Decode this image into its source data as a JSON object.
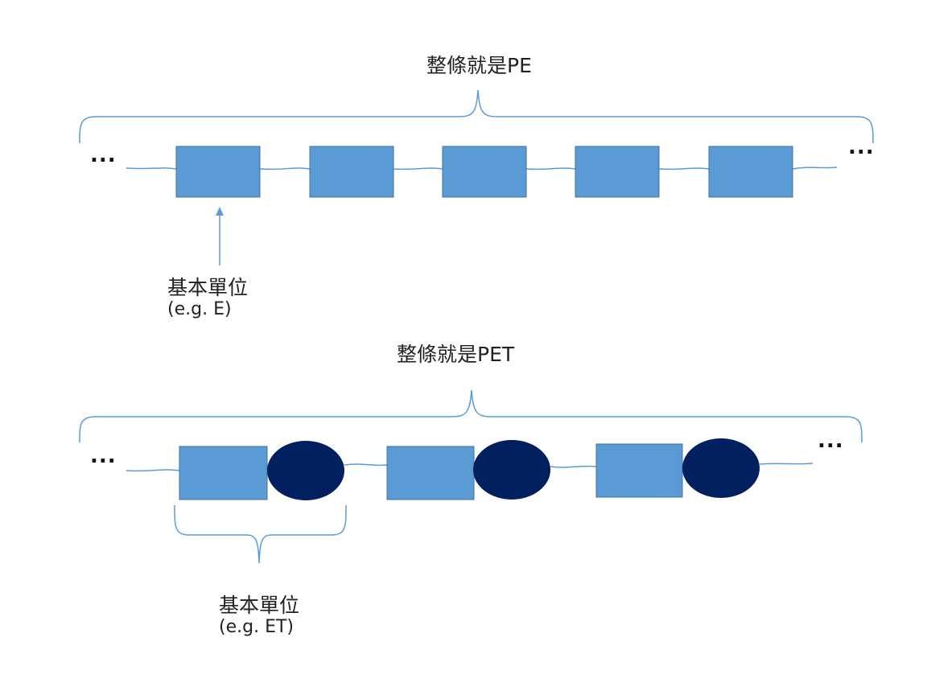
{
  "pe": {
    "title": "整條就是PE",
    "unit_label": "基本單位",
    "unit_example": "(e.g. E)",
    "ellipsis": "..."
  },
  "pet": {
    "title": "整條就是PET",
    "unit_label": "基本單位",
    "unit_example": "(e.g. ET)",
    "ellipsis": "..."
  },
  "colors": {
    "box": "#5B9BD5",
    "box_stroke": "#41719C",
    "ellipse": "#002060",
    "line": "#5B9BD5"
  }
}
